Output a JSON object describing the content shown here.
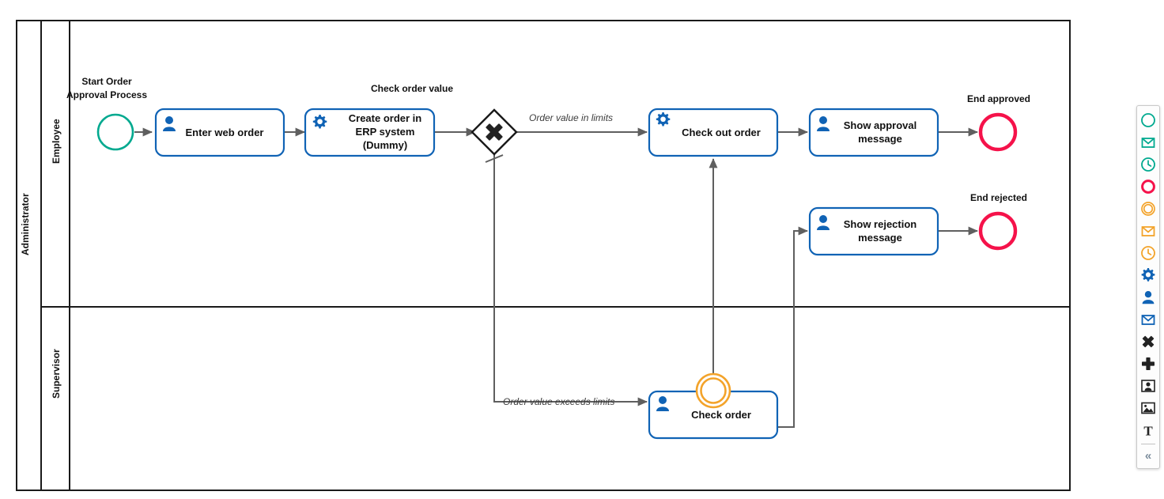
{
  "diagram": {
    "type": "bpmn-process-diagram",
    "pool": {
      "name": "Administrator"
    },
    "lanes": [
      {
        "id": "employee",
        "name": "Employee"
      },
      {
        "id": "supervisor",
        "name": "Supervisor"
      }
    ],
    "events": [
      {
        "id": "start",
        "kind": "start-event",
        "label": "Start Order\nApproval Process",
        "label_line1": "Start Order",
        "label_line2": "Approval Process",
        "lane": "employee",
        "color": "#00a98f"
      },
      {
        "id": "end_approved",
        "kind": "end-event",
        "label": "End approved",
        "lane": "employee",
        "color": "#f5124a"
      },
      {
        "id": "end_rejected",
        "kind": "end-event",
        "label": "End rejected",
        "lane": "employee",
        "color": "#f5124a"
      },
      {
        "id": "boundary_check_order",
        "kind": "boundary-event-non-interrupting",
        "label": "",
        "lane": "supervisor",
        "color": "#f3a32a"
      }
    ],
    "tasks": [
      {
        "id": "enter_web_order",
        "label": "Enter web order",
        "lines": [
          "Enter web order"
        ],
        "marker": "user-task-icon",
        "lane": "employee"
      },
      {
        "id": "create_order_erp",
        "label": "Create order in ERP system (Dummy)",
        "lines": [
          "Create order in",
          "ERP system",
          "(Dummy)"
        ],
        "marker": "service-task-icon",
        "lane": "employee"
      },
      {
        "id": "check_out_order",
        "label": "Check out order",
        "lines": [
          "Check out order"
        ],
        "marker": "service-task-icon",
        "lane": "employee"
      },
      {
        "id": "show_approval_message",
        "label": "Show approval message",
        "lines": [
          "Show approval",
          "message"
        ],
        "marker": "user-task-icon",
        "lane": "employee"
      },
      {
        "id": "show_rejection_message",
        "label": "Show rejection message",
        "lines": [
          "Show rejection",
          "message"
        ],
        "marker": "user-task-icon",
        "lane": "employee"
      },
      {
        "id": "check_order",
        "label": "Check order",
        "lines": [
          "Check order"
        ],
        "marker": "user-task-icon",
        "lane": "supervisor"
      }
    ],
    "gateways": [
      {
        "id": "check_order_value",
        "kind": "exclusive-gateway",
        "label": "Check order value",
        "lane": "employee"
      }
    ],
    "flows": [
      {
        "id": "f1",
        "from": "start",
        "to": "enter_web_order",
        "label": ""
      },
      {
        "id": "f2",
        "from": "enter_web_order",
        "to": "create_order_erp",
        "label": ""
      },
      {
        "id": "f3",
        "from": "create_order_erp",
        "to": "check_order_value",
        "label": ""
      },
      {
        "id": "f4",
        "from": "check_order_value",
        "to": "check_out_order",
        "label": "Order value in limits"
      },
      {
        "id": "f5",
        "from": "check_order_value",
        "to": "check_order",
        "label": "Order value exceeds limits",
        "default": true
      },
      {
        "id": "f6",
        "from": "check_out_order",
        "to": "show_approval_message",
        "label": ""
      },
      {
        "id": "f7",
        "from": "show_approval_message",
        "to": "end_approved",
        "label": ""
      },
      {
        "id": "f8",
        "from": "boundary_check_order",
        "to": "check_out_order",
        "label": ""
      },
      {
        "id": "f9",
        "from": "check_order",
        "to": "show_rejection_message",
        "label": ""
      },
      {
        "id": "f10",
        "from": "show_rejection_message",
        "to": "end_rejected",
        "label": ""
      }
    ]
  },
  "palette": {
    "items": [
      {
        "id": "start-event",
        "icon": "start-event-icon",
        "color": "#00a98f"
      },
      {
        "id": "message-start-event",
        "icon": "message-start-event-icon",
        "color": "#00a98f"
      },
      {
        "id": "timer-start-event",
        "icon": "timer-start-event-icon",
        "color": "#00a98f"
      },
      {
        "id": "end-event",
        "icon": "end-event-icon",
        "color": "#f5124a"
      },
      {
        "id": "intermediate-event",
        "icon": "intermediate-event-icon",
        "color": "#f3a32a"
      },
      {
        "id": "message-intermediate-event",
        "icon": "message-intermediate-event-icon",
        "color": "#f3a32a"
      },
      {
        "id": "timer-intermediate-event",
        "icon": "timer-intermediate-event-icon",
        "color": "#f3a32a"
      },
      {
        "id": "service-task",
        "icon": "service-task-icon",
        "color": "#1063b5"
      },
      {
        "id": "user-task",
        "icon": "user-task-icon",
        "color": "#1063b5"
      },
      {
        "id": "message-task",
        "icon": "message-task-icon",
        "color": "#1063b5"
      },
      {
        "id": "exclusive-gateway",
        "icon": "exclusive-gateway-icon",
        "color": "#1a1a1a"
      },
      {
        "id": "parallel-gateway",
        "icon": "parallel-gateway-icon",
        "color": "#1a1a1a"
      },
      {
        "id": "pool",
        "icon": "pool-icon",
        "color": "#1a1a1a"
      },
      {
        "id": "image",
        "icon": "image-icon",
        "color": "#1a1a1a"
      },
      {
        "id": "text-annotation",
        "icon": "text-annotation-icon",
        "color": "#1a1a1a"
      }
    ],
    "collapse_label": "«"
  }
}
